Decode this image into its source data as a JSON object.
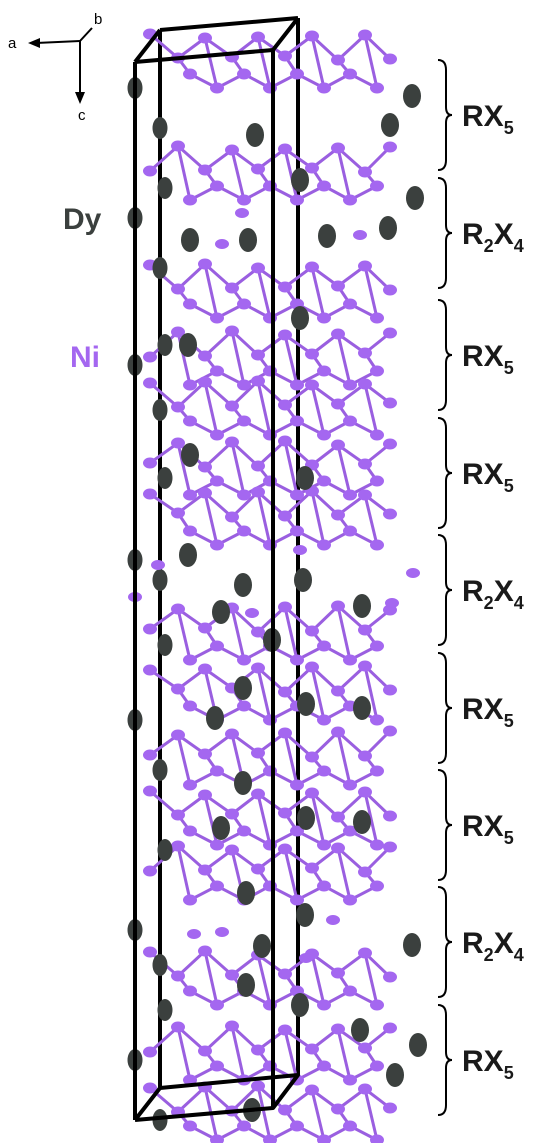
{
  "colors": {
    "dy_atom": "#3b403e",
    "ni_atom": "#a467f0",
    "ni_bond": "#9a5fe0",
    "cell_edge": "#000000",
    "dy_label": "#3b403e",
    "ni_label": "#a467f0"
  },
  "axes": {
    "a": "a",
    "b": "b",
    "c": "c"
  },
  "elements": {
    "dy": "Dy",
    "ni": "Ni"
  },
  "blocks": [
    {
      "main": "RX",
      "sub": "5",
      "tail": ""
    },
    {
      "main": "R",
      "sub": "2",
      "tail": "X4"
    },
    {
      "main": "RX",
      "sub": "5",
      "tail": ""
    },
    {
      "main": "RX",
      "sub": "5",
      "tail": ""
    },
    {
      "main": "R",
      "sub": "2",
      "tail": "X4"
    },
    {
      "main": "RX",
      "sub": "5",
      "tail": ""
    },
    {
      "main": "RX",
      "sub": "5",
      "tail": ""
    },
    {
      "main": "R",
      "sub": "2",
      "tail": "X4"
    },
    {
      "main": "RX",
      "sub": "5",
      "tail": ""
    }
  ]
}
